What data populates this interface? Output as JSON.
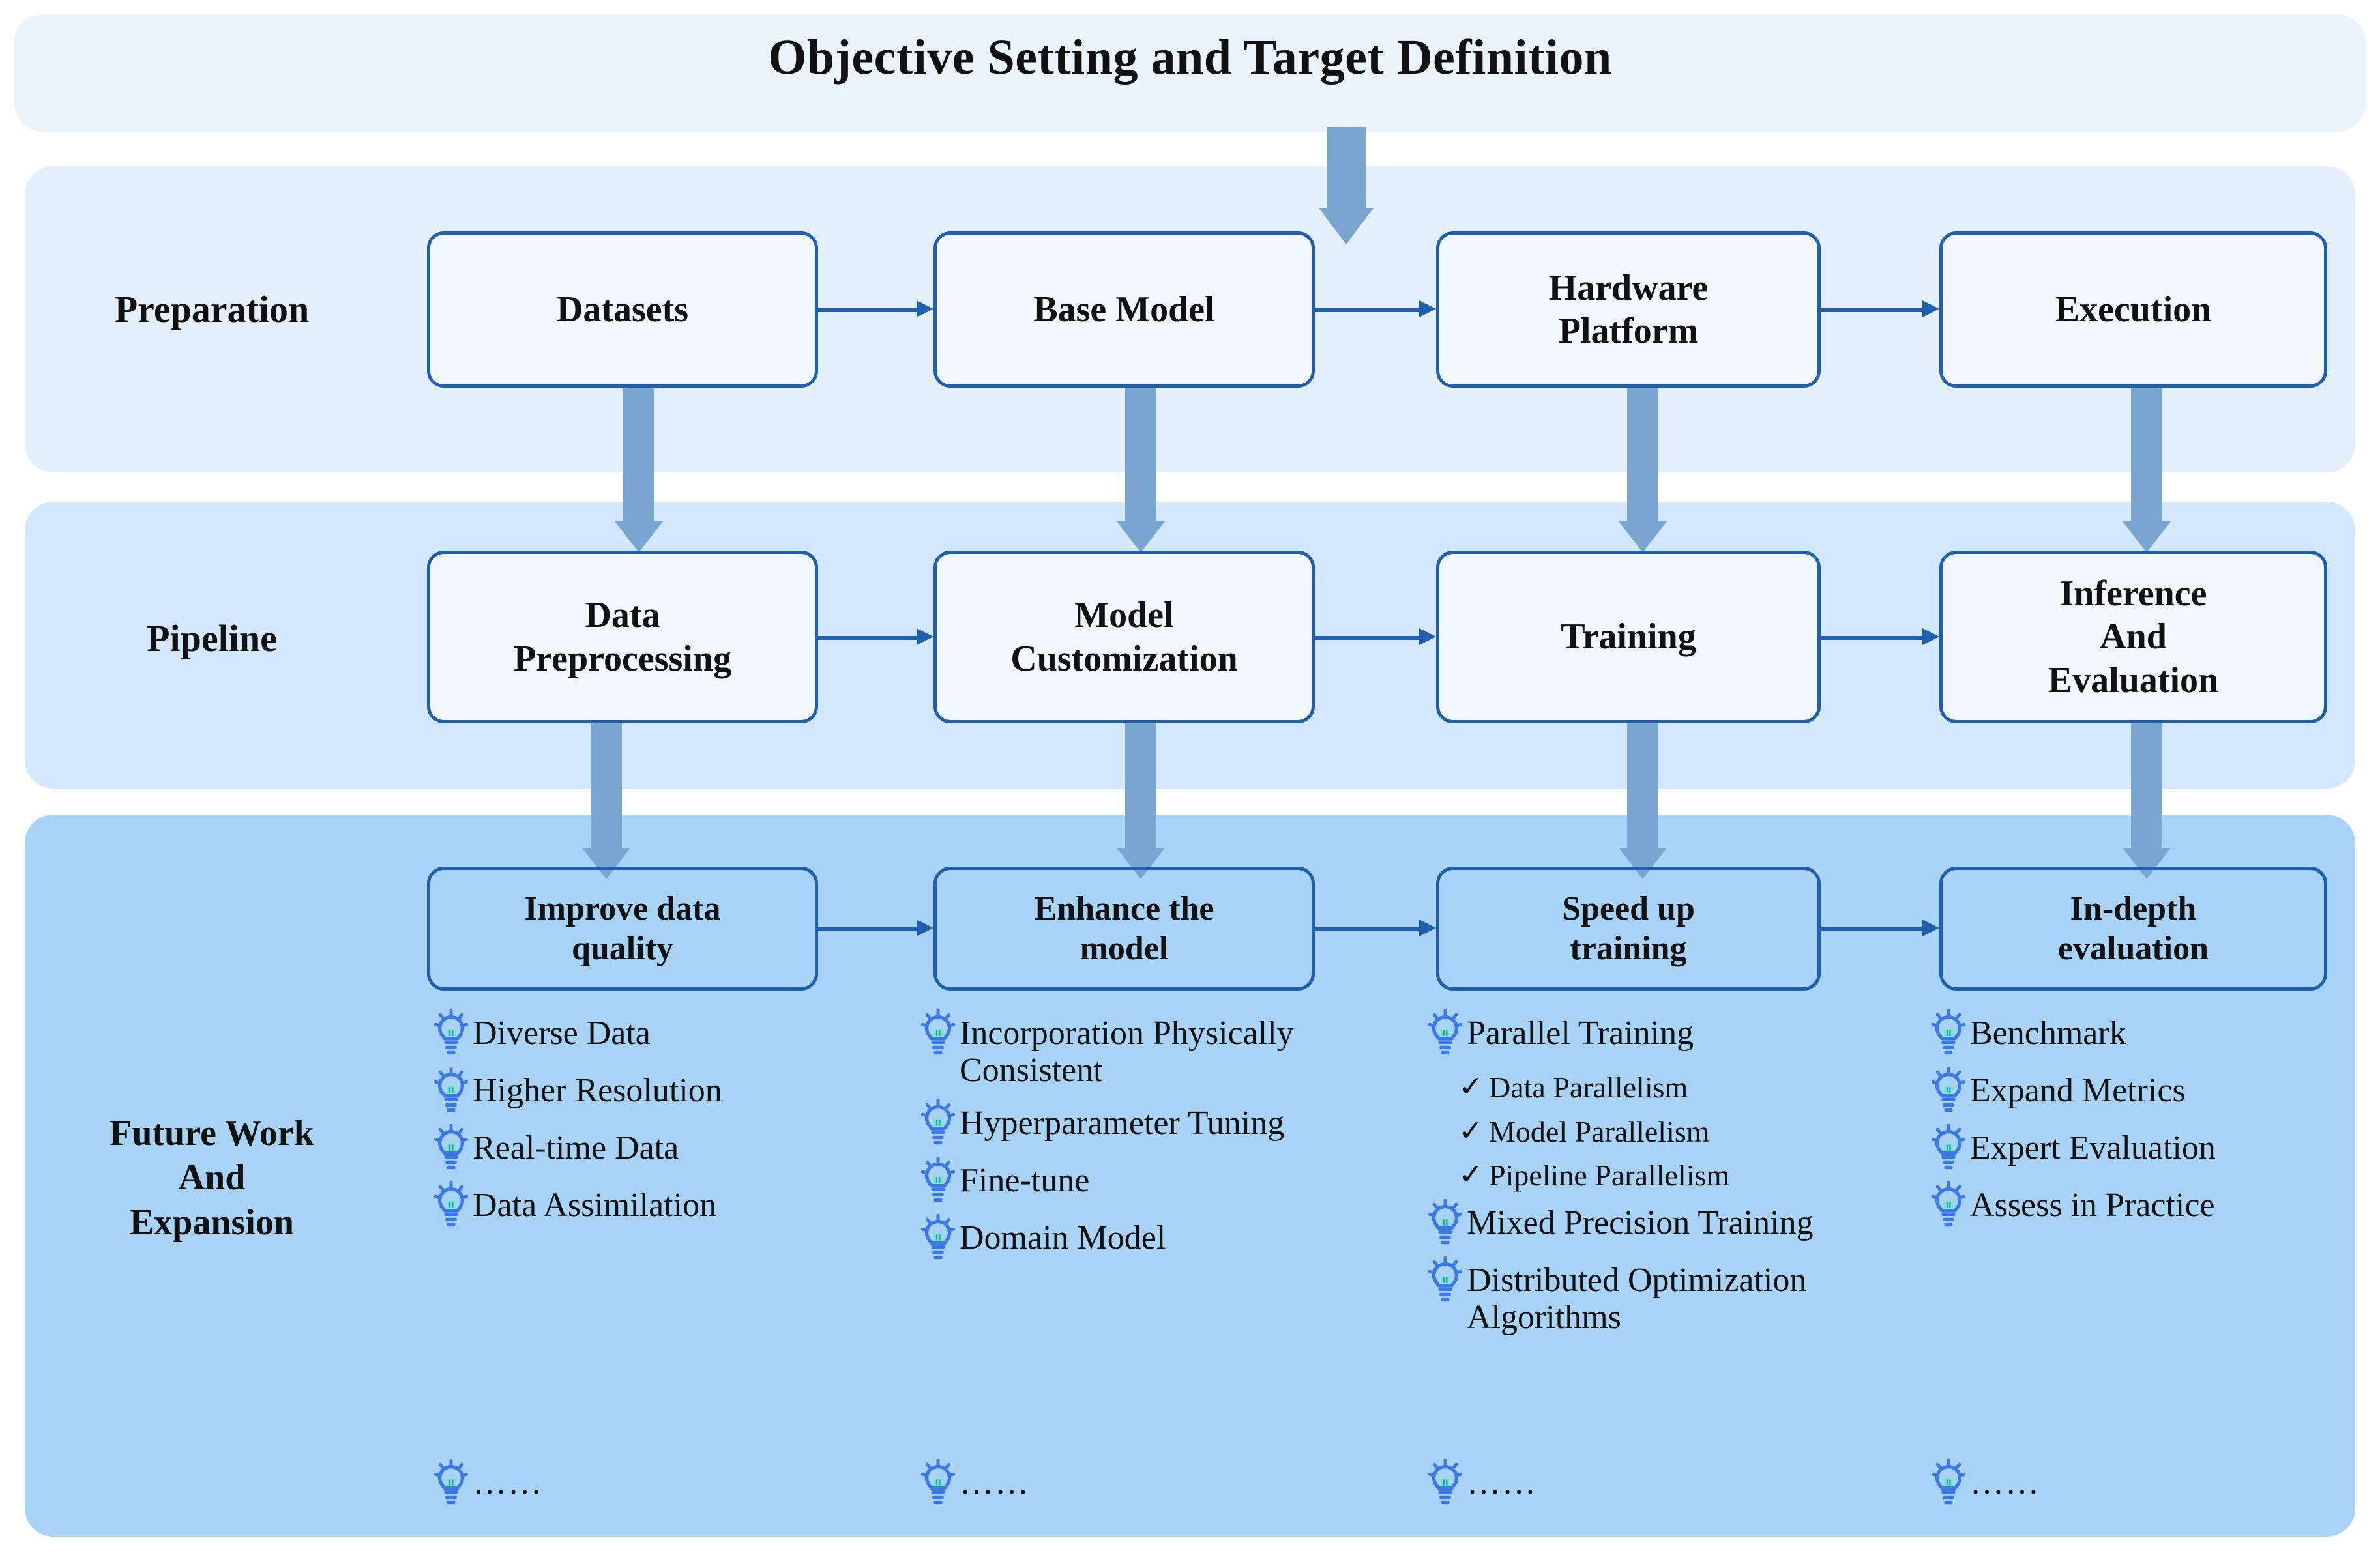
{
  "objective": {
    "title": "Objective Setting and Target Definition"
  },
  "rows": {
    "preparation_label": "Preparation",
    "pipeline_label": "Pipeline",
    "future_label_line1": "Future Work",
    "future_label_line2": "And",
    "future_label_line3": "Expansion"
  },
  "preparation": {
    "boxes": [
      {
        "label": "Datasets"
      },
      {
        "label": "Base Model"
      },
      {
        "label_line1": "Hardware",
        "label_line2": "Platform"
      },
      {
        "label": "Execution"
      }
    ]
  },
  "pipeline": {
    "boxes": [
      {
        "label_line1": "Data",
        "label_line2": "Preprocessing"
      },
      {
        "label_line1": "Model",
        "label_line2": "Customization"
      },
      {
        "label": "Training"
      },
      {
        "label_line1": "Inference",
        "label_line2": "And",
        "label_line3": "Evaluation"
      }
    ]
  },
  "future": {
    "boxes": [
      {
        "label_line1": "Improve data",
        "label_line2": "quality"
      },
      {
        "label_line1": "Enhance the",
        "label_line2": "model"
      },
      {
        "label_line1": "Speed up",
        "label_line2": "training"
      },
      {
        "label_line1": "In-depth",
        "label_line2": "evaluation"
      }
    ],
    "columns": [
      {
        "items": [
          {
            "text": "Diverse Data",
            "subs": []
          },
          {
            "text": "Higher Resolution",
            "subs": []
          },
          {
            "text": "Real-time Data",
            "subs": []
          },
          {
            "text": "Data Assimilation",
            "subs": []
          },
          {
            "text": "……",
            "subs": []
          }
        ]
      },
      {
        "items": [
          {
            "text": "Incorporation Physically Consistent",
            "subs": []
          },
          {
            "text": "Hyperparameter Tuning",
            "subs": []
          },
          {
            "text": "Fine-tune",
            "subs": []
          },
          {
            "text": "Domain Model",
            "subs": []
          },
          {
            "text": "……",
            "subs": []
          }
        ]
      },
      {
        "items": [
          {
            "text": "Parallel Training",
            "subs": [
              "Data Parallelism",
              "Model Parallelism",
              "Pipeline Parallelism"
            ]
          },
          {
            "text": "Mixed Precision Training",
            "subs": []
          },
          {
            "text": "Distributed Optimization Algorithms",
            "subs": []
          },
          {
            "text": "……",
            "subs": []
          }
        ]
      },
      {
        "items": [
          {
            "text": "Benchmark",
            "subs": []
          },
          {
            "text": "Expand Metrics",
            "subs": []
          },
          {
            "text": "Expert Evaluation",
            "subs": []
          },
          {
            "text": "Assess in Practice",
            "subs": []
          },
          {
            "text": "……",
            "subs": []
          }
        ]
      }
    ]
  },
  "icons": {
    "bulb": "lightbulb-icon",
    "check": "✓"
  },
  "colors": {
    "band_objective": "#EAF4FD",
    "band_preparation": "#E3F0FC",
    "band_pipeline": "#D3E7FE",
    "band_future": "#A8D3F6",
    "box_border": "#1F5FAD",
    "thick_arrow": "#79A6D0",
    "bulb_blue": "#3C78E6",
    "bulb_filament": "#6EF0B8"
  }
}
